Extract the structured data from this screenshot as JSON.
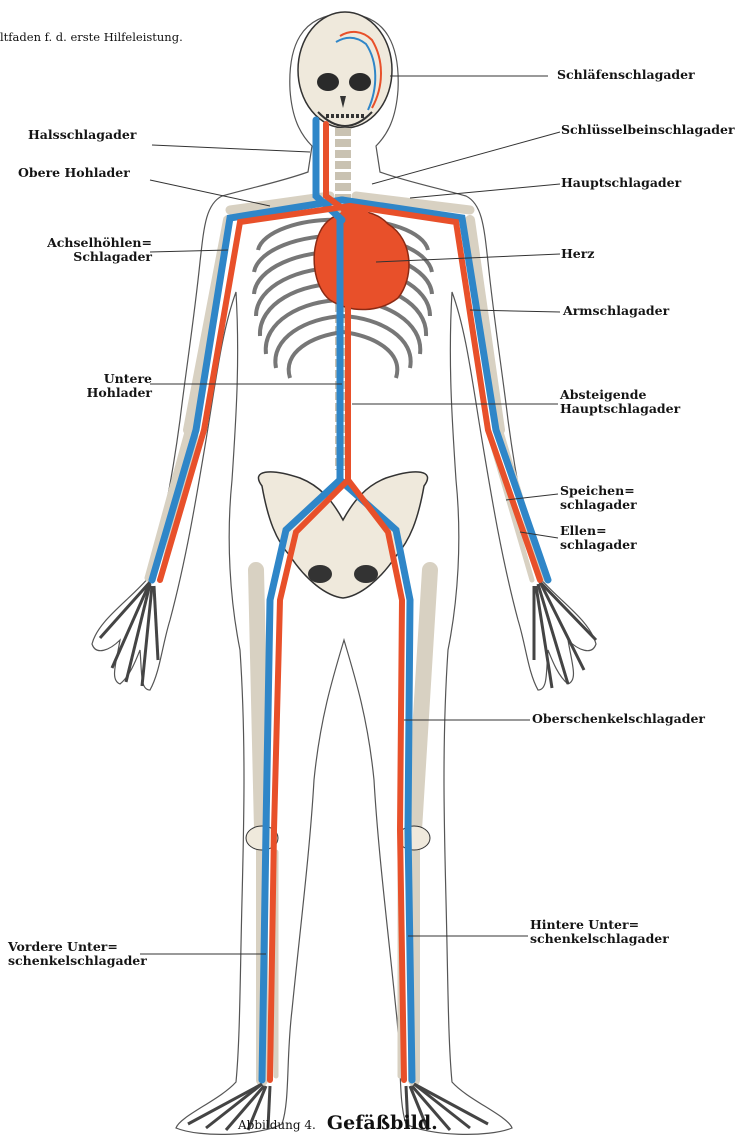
{
  "header": "ltfaden f. d. erste Hilfeleistung.",
  "labels": {
    "schlaefen": "Schläfenschlagader",
    "hals": "Halsschlagader",
    "schluessel": "Schlüsselbeinschlagader",
    "obere_hohl": "Obere Hohlader",
    "haupt": "Hauptschlagader",
    "achsel_1": "Achselhöhlen=",
    "achsel_2": "Schlagader",
    "herz": "Herz",
    "arm": "Armschlagader",
    "untere_1": "Untere",
    "untere_2": "Hohlader",
    "absteig_1": "Absteigende",
    "absteig_2": "Hauptschlagader",
    "speichen_1": "Speichen=",
    "speichen_2": "schlagader",
    "ellen_1": "Ellen=",
    "ellen_2": "schlagader",
    "oberschenkel": "Oberschenkelschlagader",
    "hintere_1": "Hintere Unter=",
    "hintere_2": "schenkelschlagader",
    "vordere_1": "Vordere Unter=",
    "vordere_2": "schenkelschlagader"
  },
  "caption": {
    "figure": "Abbildung 4.",
    "title": "Gefäßbild."
  },
  "colors": {
    "artery": "#e8502a",
    "vein": "#2f86c8",
    "bone": "#efe9dc",
    "outline": "#444444"
  }
}
